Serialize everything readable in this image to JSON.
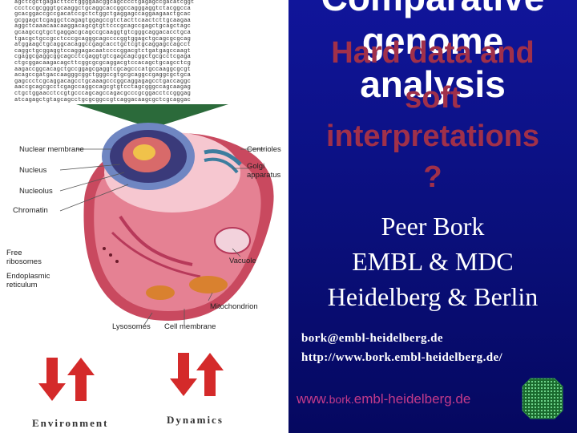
{
  "title_main": [
    "Comparative",
    "genome",
    "analysis"
  ],
  "title_overlay": [
    "Hard data and",
    "soft"
  ],
  "subtitle": [
    "interpretations",
    "?"
  ],
  "author": "Peer Bork",
  "affiliation": [
    "EMBL  & MDC",
    "Heidelberg & Berlin"
  ],
  "contact": [
    "bork@embl-heidelberg.de",
    "http://www.bork.embl-heidelberg.de/"
  ],
  "footer_url_prefix": "www.",
  "footer_url_mid": "bork.",
  "footer_url_suffix": "embl-heidelberg.de",
  "cell_labels": [
    "Nuclear membrane",
    "Centrioles",
    "Nucleus",
    "Golgi apparatus",
    "Nucleolus",
    "Chromatin",
    "Free ribosomes",
    "Vacuole",
    "Endoplasmic reticulum",
    "Mitochondrion",
    "Lysosomes",
    "Cell membrane"
  ],
  "bottom_labels": [
    "Environment",
    "Dynamics"
  ],
  "dna_text": "agctcgctgagacttcctggggaacggcagcccctgagagccgacatcggt\nccctccgcgggtgcaaggctgcaggcaccggccagggaggtctacggcca\ngcacggaccgccgacatccgctctggctgaggagccaggaagaactgcac\ngcggagctcgaggctcagagtggagccgtctacttcaactcttgcaagaa\naggctcaaacaacaaggacagcgtgttcccgcagccgagctgcagctagc\ngcaagccgtgctgaggacgcagccgcaaggtgtcgggcaggacacctgca\ntgacgctgccgcctcccgcagggcagccccggtggagctgcagcgcgcag\natggaagctgcaggcacaggccgagcacctgctcgtgcaggagccagcct\ncaggctgcggaggtccaggagacaatccccggacgtctgatgagccaagt\ncgaggcgaggcggcagcctcgaggtgtcgagcagcggctgcgcctcgaga\nctgcggacaagacagcttcggcgcgcaggacgtccacagctgcagcctcg\naagaccggcacagctgccggagcgaggtcgcagcccatgccaaggcgcgt\nacagccgatgaccaagggcggctgggccgtgcgcaggccgaggcgctgca\ngagccctcgcaggacagcctgcaaagcccggcaggagagcctgaccaggc\naaccgcagcgcctcgagccaggccagcgtgtcctagcgggccagcaagag\nctgctggaacctccgtgcccagcagccagacgcccgcggacctccgggag\natcagagctgtagcagcctgcgcggccgtcaggacaagcgctcgcaggac"
}
